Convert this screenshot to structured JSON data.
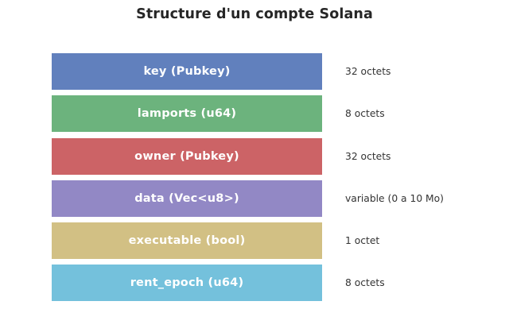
{
  "figure": {
    "title": "Structure d'un compte Solana",
    "background_color": "#ffffff",
    "title_color": "#262626",
    "label_color": "#333333",
    "bar_text_color": "#ffffff",
    "bar_border_color": "#ffffff"
  },
  "chart_data": {
    "type": "bar",
    "orientation": "stacked-vertical-blocks",
    "title": "Structure d'un compte Solana",
    "xlabel": "",
    "ylabel": "",
    "grid": false,
    "legend": "none",
    "categories": [
      "key (Pubkey)",
      "lamports (u64)",
      "owner (Pubkey)",
      "data (Vec<u8>)",
      "executable (bool)",
      "rent_epoch (u64)"
    ],
    "annotations": [
      "32 octets",
      "8 octets",
      "32 octets",
      "variable (0 a 10 Mo)",
      "1 octet",
      "8 octets"
    ],
    "colors": [
      "#6180bd",
      "#6cb37d",
      "#cc6366",
      "#9288c5",
      "#d2c084",
      "#74c1dc"
    ],
    "fields": [
      {
        "name": "key (Pubkey)",
        "size": "32 octets",
        "color": "#6180bd"
      },
      {
        "name": "lamports (u64)",
        "size": "8 octets",
        "color": "#6cb37d"
      },
      {
        "name": "owner (Pubkey)",
        "size": "32 octets",
        "color": "#cc6366"
      },
      {
        "name": "data (Vec<u8>)",
        "size": "variable (0 a 10 Mo)",
        "color": "#9288c5"
      },
      {
        "name": "executable (bool)",
        "size": "1 octet",
        "color": "#d2c084"
      },
      {
        "name": "rent_epoch (u64)",
        "size": "8 octets",
        "color": "#74c1dc"
      }
    ]
  }
}
